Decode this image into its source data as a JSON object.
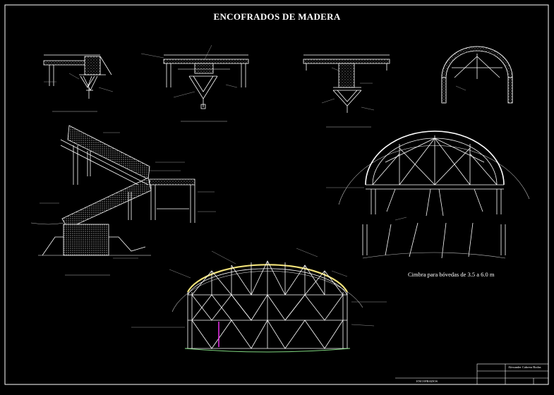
{
  "drawing": {
    "title": "ENCOFRADOS DE MADERA",
    "arch_caption": "Cimbra para bóvedas de 3.5 a 6.0 m",
    "accent_colors": {
      "lines": "#ffffff",
      "dim": "#c8c8c8",
      "highlight_yellow": "#f2e27a",
      "highlight_magenta": "#ff33ff",
      "green": "#7fd77f"
    }
  },
  "title_block": {
    "name": "Alexander Cabrera Rodas",
    "sheet_label": "ENCOFRADOS"
  }
}
